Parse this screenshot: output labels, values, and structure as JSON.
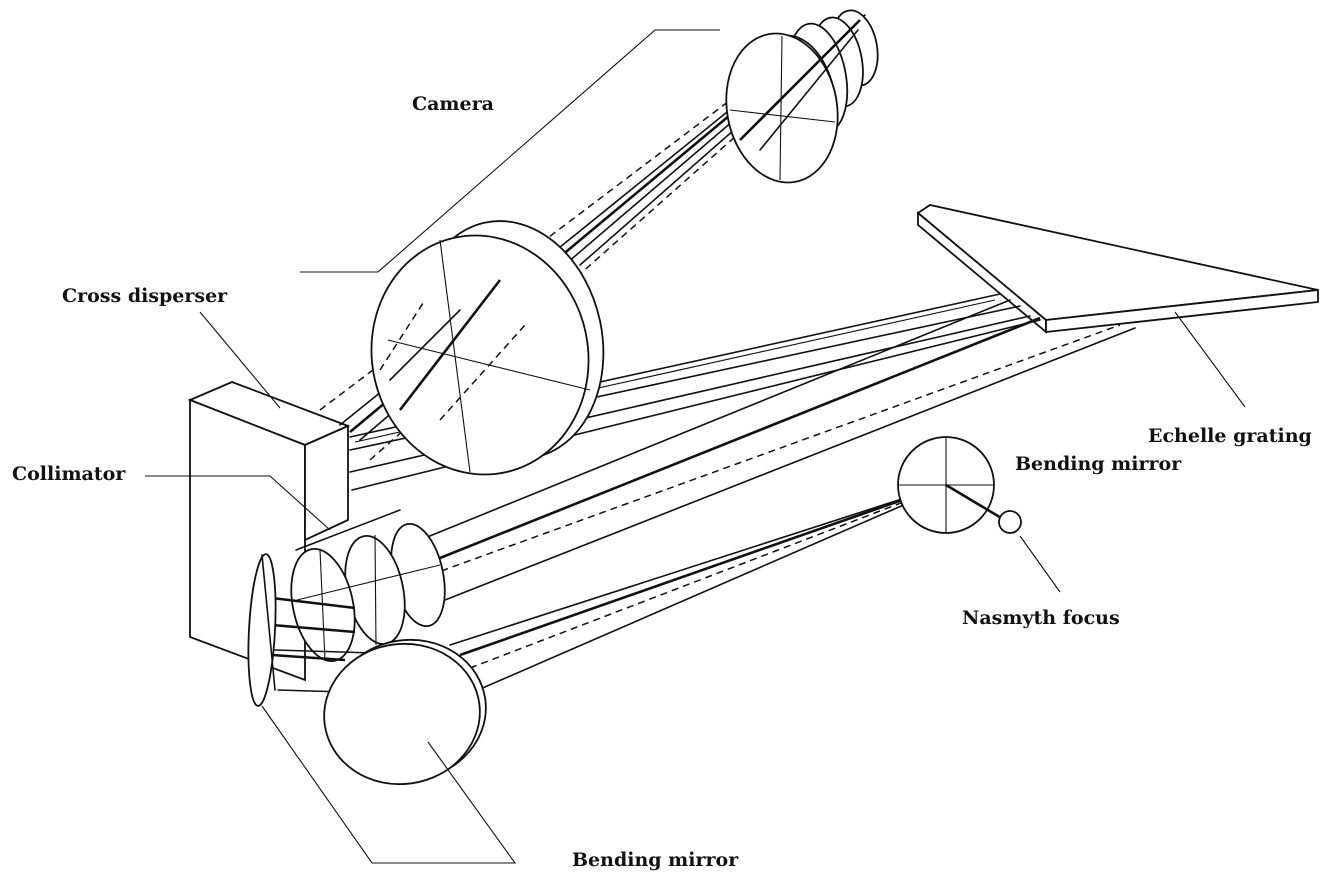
{
  "labels": {
    "camera": "Camera",
    "cross_disperser": "Cross disperser",
    "collimator": "Collimator",
    "echelle_grating": "Echelle grating",
    "bending_mirror_top": "Bending mirror",
    "nasmyth_focus": "Nasmyth focus",
    "bending_mirror_bottom": "Bending mirror"
  }
}
